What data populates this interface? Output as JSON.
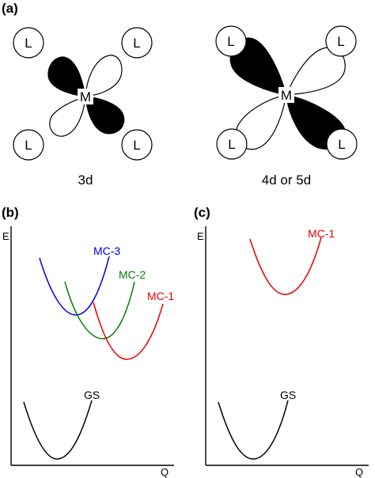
{
  "panels": {
    "a": {
      "label": "(a)",
      "left": {
        "caption": "3d",
        "metal": "M",
        "ligand": "L"
      },
      "right": {
        "caption": "4d or 5d",
        "metal": "M",
        "ligand": "L"
      }
    },
    "b": {
      "label": "(b)",
      "ylabel": "E",
      "xlabel": "Q",
      "curves": [
        {
          "name": "GS",
          "color": "#000000"
        },
        {
          "name": "MC-1",
          "color": "#e60000"
        },
        {
          "name": "MC-2",
          "color": "#008000"
        },
        {
          "name": "MC-3",
          "color": "#0000e6"
        }
      ]
    },
    "c": {
      "label": "(c)",
      "ylabel": "E",
      "xlabel": "Q",
      "curves": [
        {
          "name": "GS",
          "color": "#000000"
        },
        {
          "name": "MC-1",
          "color": "#e60000"
        }
      ]
    }
  }
}
